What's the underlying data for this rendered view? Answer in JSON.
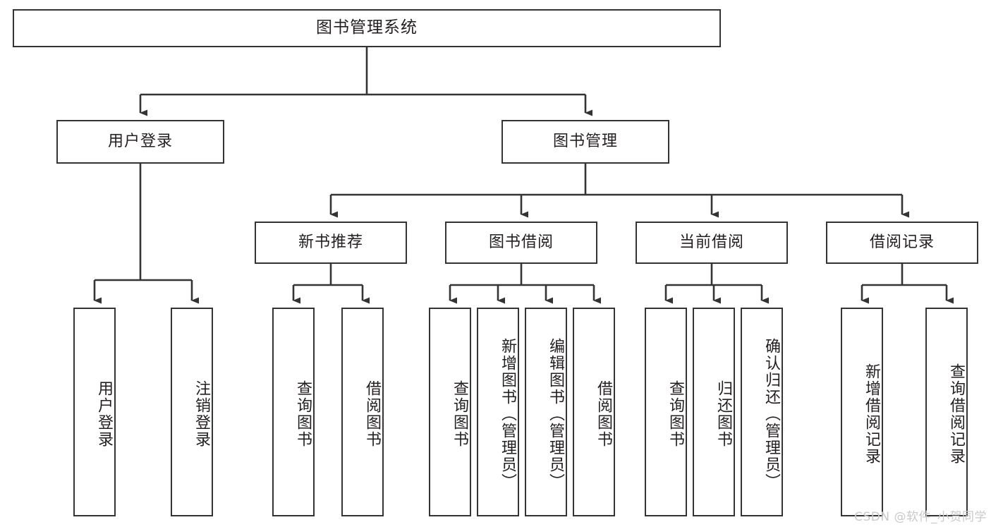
{
  "diagram": {
    "title": "图书管理系统",
    "type": "tree-hierarchy-diagram",
    "colors": {
      "stroke": "#333436",
      "fill": "#ffffff",
      "text": "#231f20",
      "watermark": "#c9c9c9"
    },
    "root": {
      "label": "图书管理系统"
    },
    "level2": [
      {
        "label": "用户登录"
      },
      {
        "label": "图书管理"
      }
    ],
    "level3": [
      {
        "label": "新书推荐"
      },
      {
        "label": "图书借阅"
      },
      {
        "label": "当前借阅"
      },
      {
        "label": "借阅记录"
      }
    ],
    "leaves": {
      "user_login": [
        {
          "label": "用户登录"
        },
        {
          "label": "注销登录"
        }
      ],
      "new_book_recommend": [
        {
          "label": "查询图书"
        },
        {
          "label": "借阅图书"
        }
      ],
      "book_borrow": [
        {
          "label": "查询图书"
        },
        {
          "label": "新增图书（管理员）"
        },
        {
          "label": "编辑图书（管理员）"
        },
        {
          "label": "借阅图书"
        }
      ],
      "current_borrow": [
        {
          "label": "查询图书"
        },
        {
          "label": "归还图书"
        },
        {
          "label": "确认归还（管理员）"
        }
      ],
      "borrow_record": [
        {
          "label": "新增借阅记录"
        },
        {
          "label": "查询借阅记录"
        }
      ]
    }
  },
  "watermark": {
    "text": "CSDN @软件_小贺同学"
  }
}
